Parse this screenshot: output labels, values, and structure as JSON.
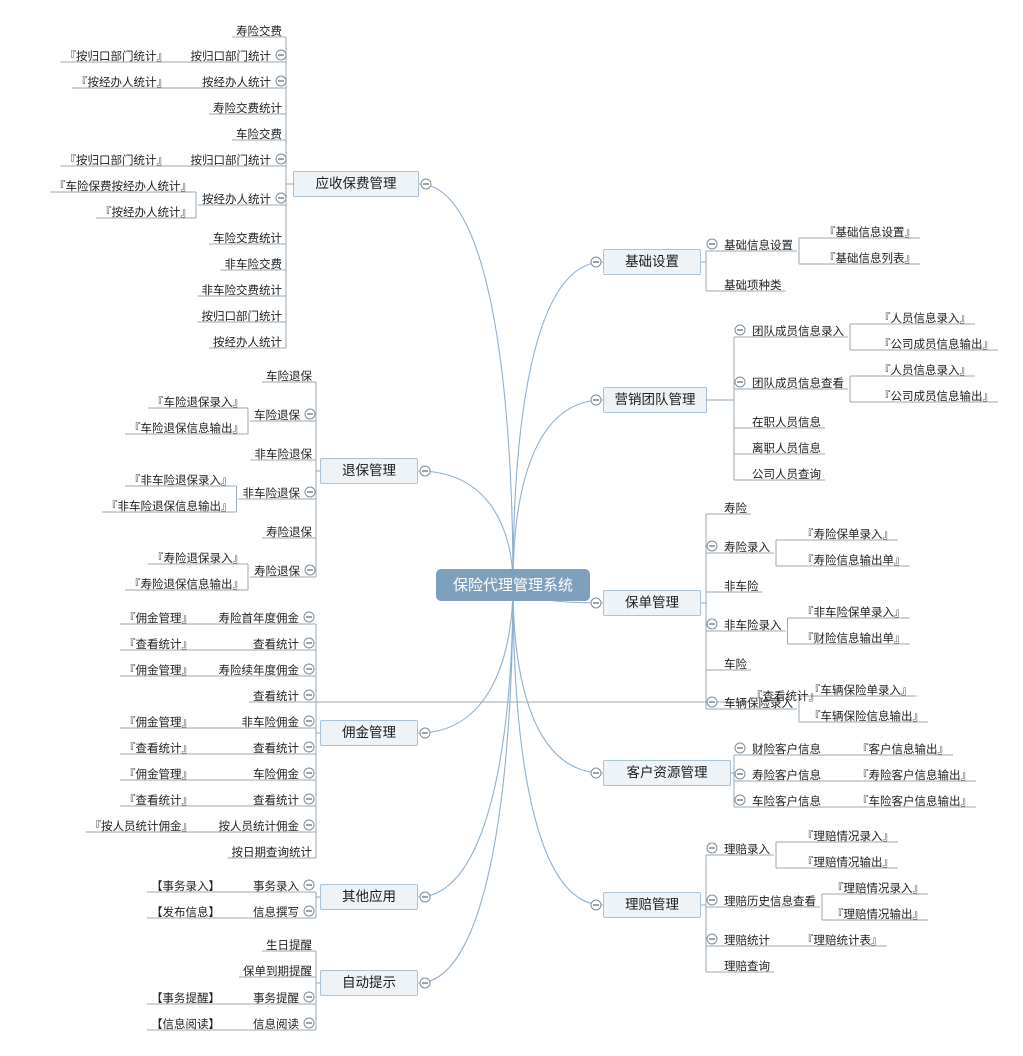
{
  "map": {
    "root": "保险代理管理系统",
    "theme": {
      "branch_line": "#8fb0cc",
      "leaf_line": "#9aa9b6",
      "root_fill": "#7ea0bd",
      "branch_fill": "#eef3f8",
      "branch_border": "#a9c2d8"
    },
    "left": [
      {
        "label": "应收保费管理",
        "collapsed": false,
        "children": [
          {
            "label": "寿险交费"
          },
          {
            "label": "按归口部门统计",
            "children": [
              {
                "label": "『按归口部门统计』"
              }
            ]
          },
          {
            "label": "按经办人统计",
            "children": [
              {
                "label": "『按经办人统计』"
              }
            ]
          },
          {
            "label": "寿险交费统计"
          },
          {
            "label": "车险交费"
          },
          {
            "label": "按归口部门统计",
            "children": [
              {
                "label": "『按归口部门统计』"
              }
            ]
          },
          {
            "label": "按经办人统计",
            "children": [
              {
                "label": "『车险保费按经办人统计』"
              },
              {
                "label": "『按经办人统计』"
              }
            ]
          },
          {
            "label": "车险交费统计"
          },
          {
            "label": "非车险交费"
          },
          {
            "label": "非车险交费统计"
          },
          {
            "label": "按归口部门统计"
          },
          {
            "label": "按经办人统计"
          }
        ]
      },
      {
        "label": "退保管理",
        "children": [
          {
            "label": "车险退保"
          },
          {
            "label": "车险退保",
            "children": [
              {
                "label": "『车险退保录入』"
              },
              {
                "label": "『车险退保信息输出』"
              }
            ]
          },
          {
            "label": "非车险退保"
          },
          {
            "label": "非车险退保",
            "children": [
              {
                "label": "『非车险退保录入』"
              },
              {
                "label": "『非车险退保信息输出』"
              }
            ]
          },
          {
            "label": "寿险退保"
          },
          {
            "label": "寿险退保",
            "children": [
              {
                "label": "『寿险退保录入』"
              },
              {
                "label": "『寿险退保信息输出』"
              }
            ]
          }
        ]
      },
      {
        "label": "佣金管理",
        "children": [
          {
            "label": "寿险首年度佣金",
            "children": [
              {
                "label": "『佣金管理』"
              }
            ]
          },
          {
            "label": "查看统计",
            "children": [
              {
                "label": "『查看统计』"
              }
            ]
          },
          {
            "label": "寿险续年度佣金",
            "children": [
              {
                "label": "『佣金管理』"
              }
            ]
          },
          {
            "label": "查看统计",
            "children": [
              {
                "label": "『查看统计』"
              }
            ]
          },
          {
            "label": "非车险佣金",
            "children": [
              {
                "label": "『佣金管理』"
              }
            ]
          },
          {
            "label": "查看统计",
            "children": [
              {
                "label": "『查看统计』"
              }
            ]
          },
          {
            "label": "车险佣金",
            "children": [
              {
                "label": "『佣金管理』"
              }
            ]
          },
          {
            "label": "查看统计",
            "children": [
              {
                "label": "『查看统计』"
              }
            ]
          },
          {
            "label": "按人员统计佣金",
            "children": [
              {
                "label": "『按人员统计佣金』"
              }
            ]
          },
          {
            "label": "按日期查询统计"
          }
        ]
      },
      {
        "label": "其他应用",
        "children": [
          {
            "label": "事务录入",
            "children": [
              {
                "label": "【事务录入】"
              }
            ]
          },
          {
            "label": "信息撰写",
            "children": [
              {
                "label": "【发布信息】"
              }
            ]
          }
        ]
      },
      {
        "label": "自动提示",
        "children": [
          {
            "label": "生日提醒"
          },
          {
            "label": "保单到期提醒"
          },
          {
            "label": "事务提醒",
            "children": [
              {
                "label": "【事务提醒】"
              }
            ]
          },
          {
            "label": "信息阅读",
            "children": [
              {
                "label": "【信息阅读】"
              }
            ]
          }
        ]
      }
    ],
    "right": [
      {
        "label": "基础设置",
        "children": [
          {
            "label": "基础信息设置",
            "children": [
              {
                "label": "『基础信息设置』"
              },
              {
                "label": "『基础信息列表』"
              }
            ]
          },
          {
            "label": "基础项种类"
          }
        ]
      },
      {
        "label": "营销团队管理",
        "children": [
          {
            "label": "团队成员信息录入",
            "children": [
              {
                "label": "『人员信息录入』"
              },
              {
                "label": "『公司成员信息输出』"
              }
            ]
          },
          {
            "label": "团队成员信息查看",
            "children": [
              {
                "label": "『人员信息录入』"
              },
              {
                "label": "『公司成员信息输出』"
              }
            ]
          },
          {
            "label": "在职人员信息"
          },
          {
            "label": "离职人员信息"
          },
          {
            "label": "公司人员查询"
          }
        ]
      },
      {
        "label": "保单管理",
        "children": [
          {
            "label": "寿险"
          },
          {
            "label": "寿险录入",
            "children": [
              {
                "label": "『寿险保单录入』"
              },
              {
                "label": "『寿险信息输出单』"
              }
            ]
          },
          {
            "label": "非车险"
          },
          {
            "label": "非车险录入",
            "children": [
              {
                "label": "『非车险保单录入』"
              },
              {
                "label": "『财险信息输出单』"
              }
            ]
          },
          {
            "label": "车险"
          },
          {
            "label": "车辆保险录入",
            "children": [
              {
                "label": "『车辆保险单录入』"
              },
              {
                "label": "『车辆保险信息输出』"
              }
            ]
          }
        ]
      },
      {
        "label": "客户资源管理",
        "children": [
          {
            "label": "财险客户信息",
            "children": [
              {
                "label": "『客户信息输出』"
              }
            ]
          },
          {
            "label": "寿险客户信息",
            "children": [
              {
                "label": "『寿险客户信息输出』"
              }
            ]
          },
          {
            "label": "车险客户信息",
            "children": [
              {
                "label": "『车险客户信息输出』"
              }
            ]
          }
        ]
      },
      {
        "label": "理赔管理",
        "children": [
          {
            "label": "理赔录入",
            "children": [
              {
                "label": "『理赔情况录入』"
              },
              {
                "label": "『理赔情况输出』"
              }
            ]
          },
          {
            "label": "理赔历史信息查看",
            "children": [
              {
                "label": "『理赔情况录入』"
              },
              {
                "label": "『理赔情况输出』"
              }
            ]
          },
          {
            "label": "理赔统计",
            "children": [
              {
                "label": "『理赔统计表』"
              }
            ]
          },
          {
            "label": "理赔查询"
          }
        ]
      }
    ]
  }
}
